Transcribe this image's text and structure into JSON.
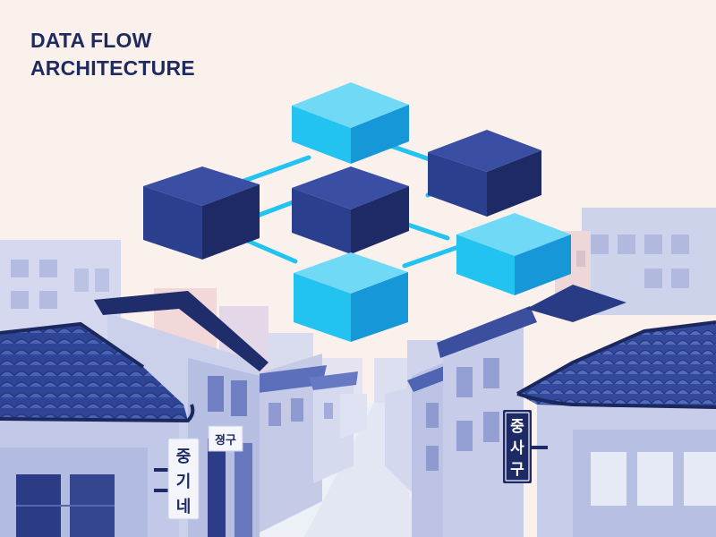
{
  "title": {
    "line1": "DATA FLOW",
    "line2": "ARCHITECTURE"
  },
  "signs": {
    "left_vertical": [
      "중",
      "기",
      "네"
    ],
    "left_small": "졍구",
    "right_vertical": [
      "중",
      "사",
      "구"
    ]
  },
  "colors": {
    "background": "#fbf1ec",
    "navy": "#2b3f8f",
    "navy_dark": "#1d2a66",
    "cyan": "#22c3f0",
    "cyan_dark": "#1496d6",
    "building_light": "#c9cfe8",
    "building_mid": "#a9b3dc",
    "title": "#1f2b5e"
  },
  "icons": [
    "cube-node-icon",
    "connector-line-icon",
    "tiled-roof-icon",
    "window-icon"
  ]
}
